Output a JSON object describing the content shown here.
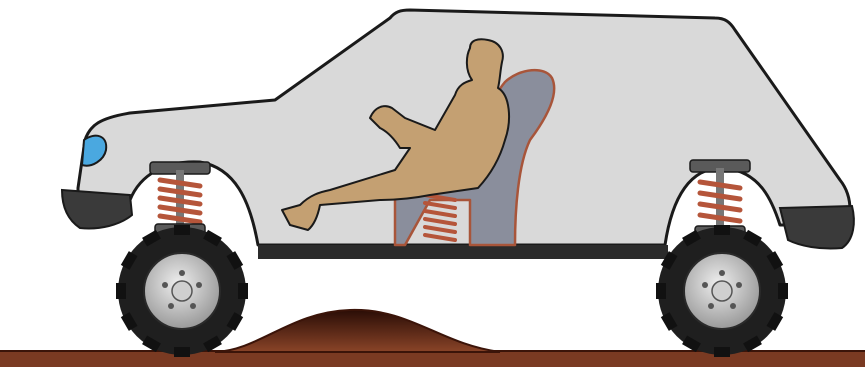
{
  "diagram": {
    "subject": "car-suspension-over-bump",
    "parts": [
      "car-body",
      "driver",
      "seat",
      "seat-spring",
      "front-suspension-spring",
      "rear-suspension-spring",
      "front-wheel",
      "rear-wheel",
      "road",
      "road-bump"
    ]
  },
  "colors": {
    "body_fill": "#d9d9d9",
    "body_outline": "#1a1a1a",
    "bumper": "#3a3a3a",
    "chassis": "#2b2b2b",
    "headlight": "#4aa8e0",
    "driver": "#c4a072",
    "seat": "#8a8e9c",
    "seat_outline": "#a8553a",
    "spring": "#b5553a",
    "tire": "#1f1f1f",
    "hub": "#bdbdbd",
    "road": "#7a3a22",
    "bump_dark": "#5a1e0e"
  }
}
